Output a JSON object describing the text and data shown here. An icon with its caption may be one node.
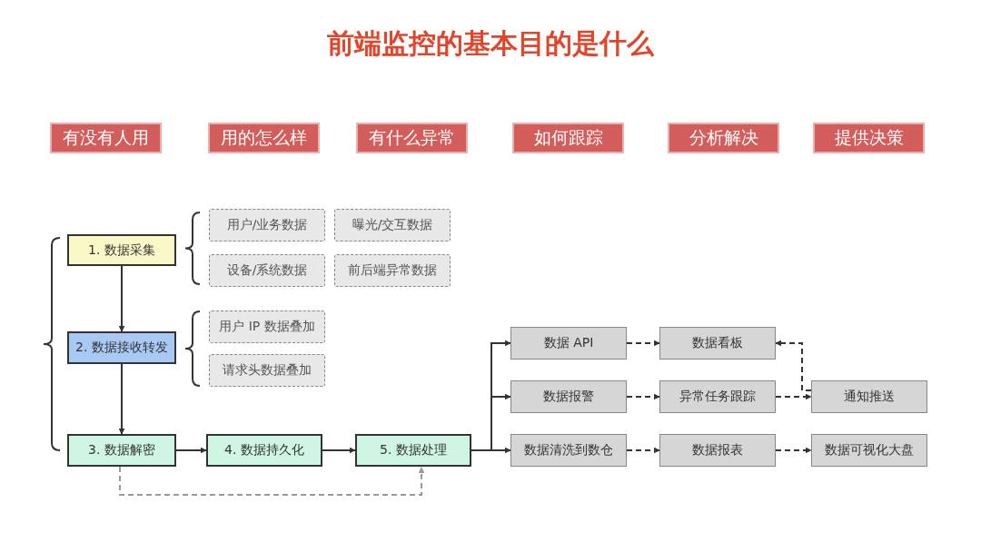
{
  "diagram": {
    "title": "前端监控的基本目的是什么",
    "nodes": [
      {
        "text": [
          "有没有人用"
        ]
      },
      {
        "text": [
          "用的怎么样"
        ]
      },
      {
        "text": [
          "有什么异常"
        ]
      },
      {
        "text": [
          "如何跟踪"
        ]
      },
      {
        "text": [
          "分析解决"
        ]
      },
      {
        "text": [
          "提供决策"
        ]
      },
      {
        "text": [
          "1. 数据采集"
        ]
      },
      {
        "text": [
          "用户/业务数据"
        ]
      },
      {
        "text": [
          "曝光/交互数据"
        ]
      },
      {
        "text": [
          "设备/系统数据"
        ]
      },
      {
        "text": [
          "前后端异常数据"
        ]
      },
      {
        "text": [
          "2. 数据接收转发"
        ]
      },
      {
        "text": [
          "用户 IP 数据叠加"
        ]
      },
      {
        "text": [
          "请求头数据叠加"
        ]
      },
      {
        "text": [
          "3. 数据解密"
        ]
      },
      {
        "text": [
          "4. 数据持久化"
        ]
      },
      {
        "text": [
          "5. 数据处理"
        ]
      },
      {
        "text": [
          "数据 API"
        ]
      },
      {
        "text": [
          "数据看板"
        ]
      },
      {
        "text": [
          "数据报警"
        ]
      },
      {
        "text": [
          "异常任务跟踪"
        ]
      },
      {
        "text": [
          "通知推送"
        ]
      },
      {
        "text": [
          "数据清洗到数仓"
        ]
      },
      {
        "text": [
          "数据报表"
        ]
      },
      {
        "text": [
          "数据可视化大盘"
        ]
      }
    ],
    "edges": [
      {
        "from": 6,
        "to": 11,
        "arrow": "to"
      },
      {
        "from": 11,
        "to": 14,
        "arrow": "to"
      },
      {
        "from": 14,
        "to": 15,
        "arrow": "to"
      },
      {
        "from": 15,
        "to": 16,
        "arrow": "to"
      },
      {
        "from": 14,
        "to": 16,
        "arrow": "to",
        "style": "dashed",
        "color": "#999999"
      },
      {
        "from": 16,
        "to": 17,
        "arrow": "to"
      },
      {
        "from": 16,
        "to": 19,
        "arrow": "to"
      },
      {
        "from": 16,
        "to": 22,
        "arrow": "to"
      },
      {
        "from": 17,
        "to": 18,
        "arrow": "to",
        "style": "dashed"
      },
      {
        "from": 19,
        "to": 20,
        "arrow": "to",
        "style": "dashed"
      },
      {
        "from": 20,
        "to": 21,
        "arrow": "to",
        "style": "dashed"
      },
      {
        "from": 21,
        "to": 18,
        "arrow": "to",
        "style": "dashed"
      },
      {
        "from": 22,
        "to": 23,
        "arrow": "to",
        "style": "dashed"
      },
      {
        "from": 23,
        "to": 24,
        "arrow": "to",
        "style": "dashed"
      }
    ]
  }
}
